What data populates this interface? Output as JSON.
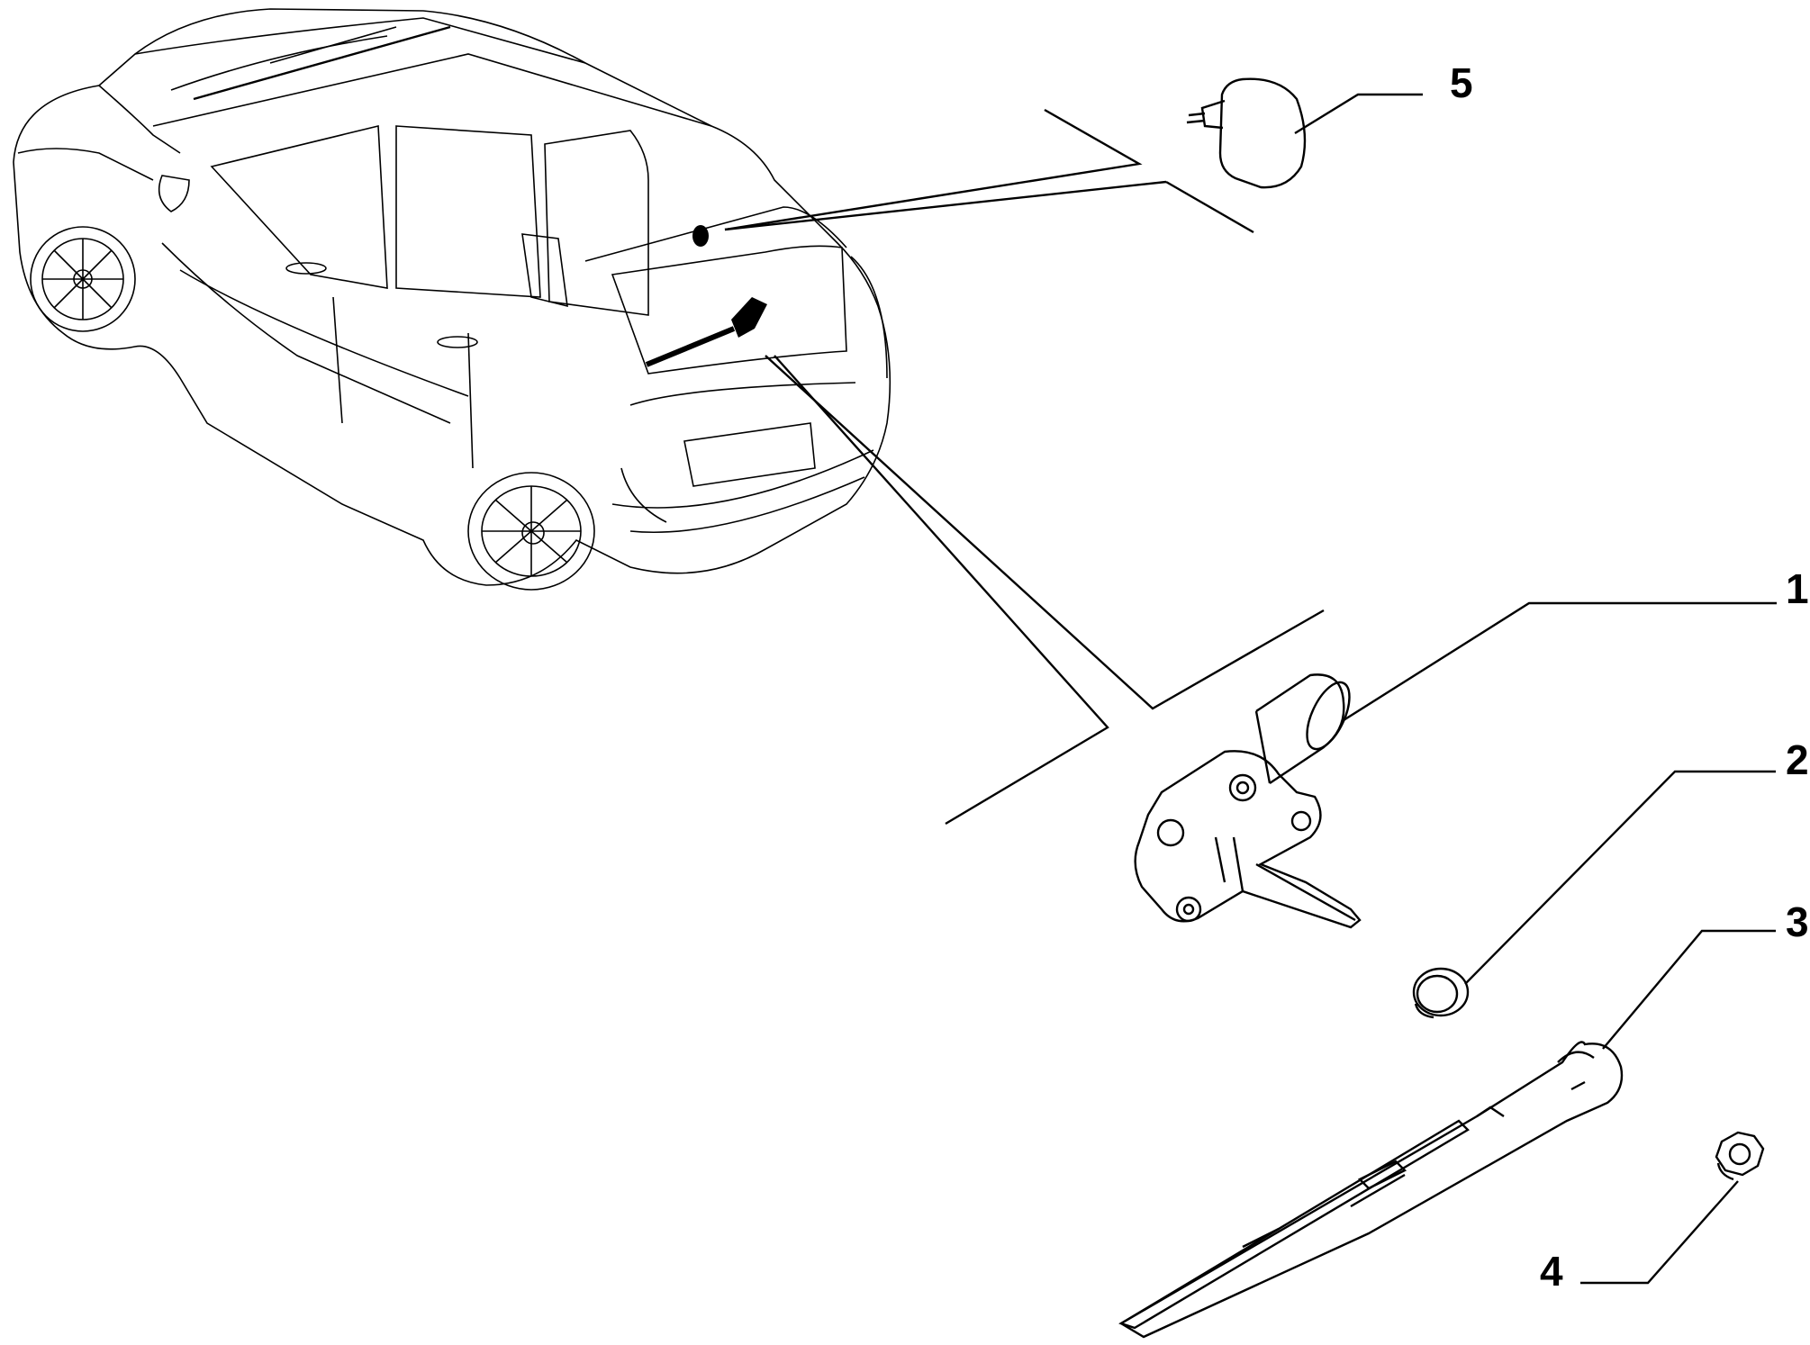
{
  "callouts": [
    {
      "id": "part-1",
      "label": "1",
      "part": "rear-wiper-motor"
    },
    {
      "id": "part-2",
      "label": "2",
      "part": "cap"
    },
    {
      "id": "part-3",
      "label": "3",
      "part": "wiper-arm-and-blade"
    },
    {
      "id": "part-4",
      "label": "4",
      "part": "nut"
    },
    {
      "id": "part-5",
      "label": "5",
      "part": "washer-nozzle"
    }
  ],
  "colors": {
    "line": "#000000",
    "background": "#ffffff"
  }
}
